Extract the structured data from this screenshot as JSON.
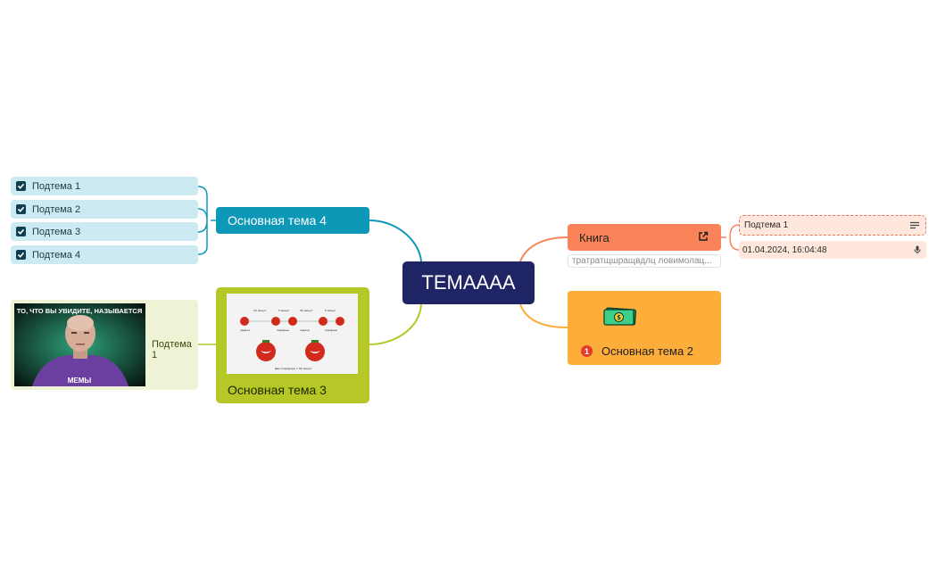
{
  "central": {
    "title": "ТЕМАААА",
    "color": "#1f2564"
  },
  "branches": {
    "topic4": {
      "title": "Основная тема 4",
      "color": "#0e98b8",
      "subtopics": [
        {
          "label": "Подтема 1",
          "checked": true
        },
        {
          "label": "Подтема 2",
          "checked": true
        },
        {
          "label": "Подтема 3",
          "checked": true
        },
        {
          "label": "Подтема 4",
          "checked": true
        }
      ]
    },
    "topic3": {
      "title": "Основная тема 3",
      "color": "#b6c828",
      "subtopic": {
        "label": "Подтема 1",
        "meme_top_text": "ТО, ЧТО ВЫ УВИДИТЕ, НАЗЫВАЕТСЯ",
        "meme_bottom_text": "МЕМЫ"
      }
    },
    "kniga": {
      "title": "Книга",
      "color": "#fb8359",
      "link_icon": "external-link-icon",
      "note": "тратратщшращвдлц ловимолац...",
      "subtopic": {
        "label": "Подтема 1",
        "icon": "notes-icon"
      },
      "date": {
        "label": "01.04.2024, 16:04:48",
        "icon": "microphone-icon"
      }
    },
    "topic2": {
      "title": "Основная тема 2",
      "color": "#fdad3a",
      "sticker": "money-icon",
      "priority": "1"
    }
  }
}
